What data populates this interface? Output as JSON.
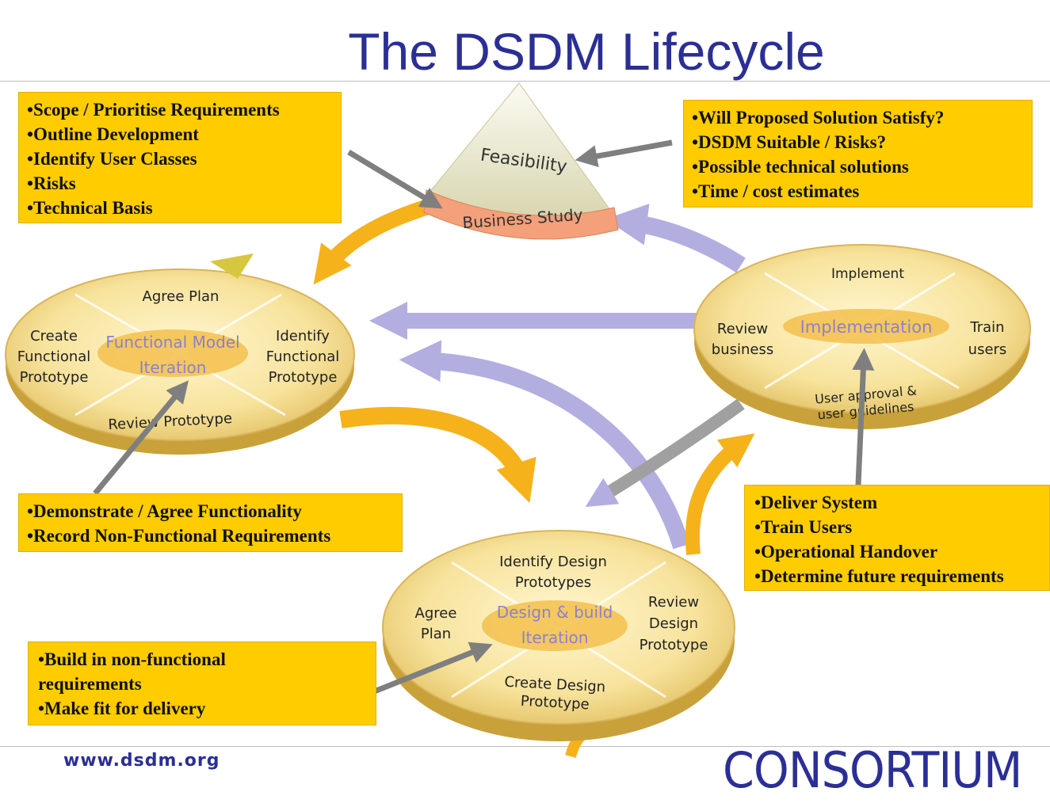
{
  "page": {
    "title": "The DSDM Lifecycle"
  },
  "diagram": {
    "phases": {
      "feasibility": "Feasibility",
      "business_study": "Business Study",
      "functional_model": {
        "name_line1": "Functional Model",
        "name_line2": "Iteration",
        "top": "Agree Plan",
        "left_1": "Create",
        "left_2": "Functional",
        "left_3": "Prototype",
        "right_1": "Identify",
        "right_2": "Functional",
        "right_3": "Prototype",
        "bottom": "Review Prototype"
      },
      "implementation": {
        "name": "Implementation",
        "top": "Implement",
        "left_1": "Review",
        "left_2": "business",
        "right_1": "Train",
        "right_2": "users",
        "bottom_1": "User approval &",
        "bottom_2": "user guidelines"
      },
      "design_build": {
        "name_line1": "Design & build",
        "name_line2": "Iteration",
        "top_1": "Identify Design",
        "top_2": "Prototypes",
        "left_1": "Agree",
        "left_2": "Plan",
        "right_1": "Review",
        "right_2": "Design",
        "right_3": "Prototype",
        "bottom_1": "Create Design",
        "bottom_2": "Prototype"
      }
    },
    "colors": {
      "yellow": "#ffcc00",
      "arrow_grey": "#7f7f7f",
      "lavender": "#b3aee0",
      "orange": "#f5b21a",
      "title_blue": "#2b2f95"
    }
  },
  "notes": {
    "business_study": [
      "•Scope / Prioritise Requirements",
      "•Outline Development",
      "•Identify User Classes",
      "•Risks",
      "•Technical Basis"
    ],
    "feasibility": [
      "•Will Proposed Solution Satisfy?",
      "•DSDM Suitable / Risks?",
      "•Possible technical solutions",
      "•Time / cost estimates"
    ],
    "functional_model": [
      "•Demonstrate / Agree Functionality",
      "•Record Non-Functional Requirements"
    ],
    "implementation": [
      "•Deliver System",
      "•Train Users",
      "•Operational Handover",
      "•Determine future requirements"
    ],
    "design_build": [
      "•Build in non-functional",
      "requirements",
      "•Make fit for delivery"
    ]
  },
  "footer": {
    "url": "www.dsdm.org",
    "logo": "CONSORTIUM"
  }
}
